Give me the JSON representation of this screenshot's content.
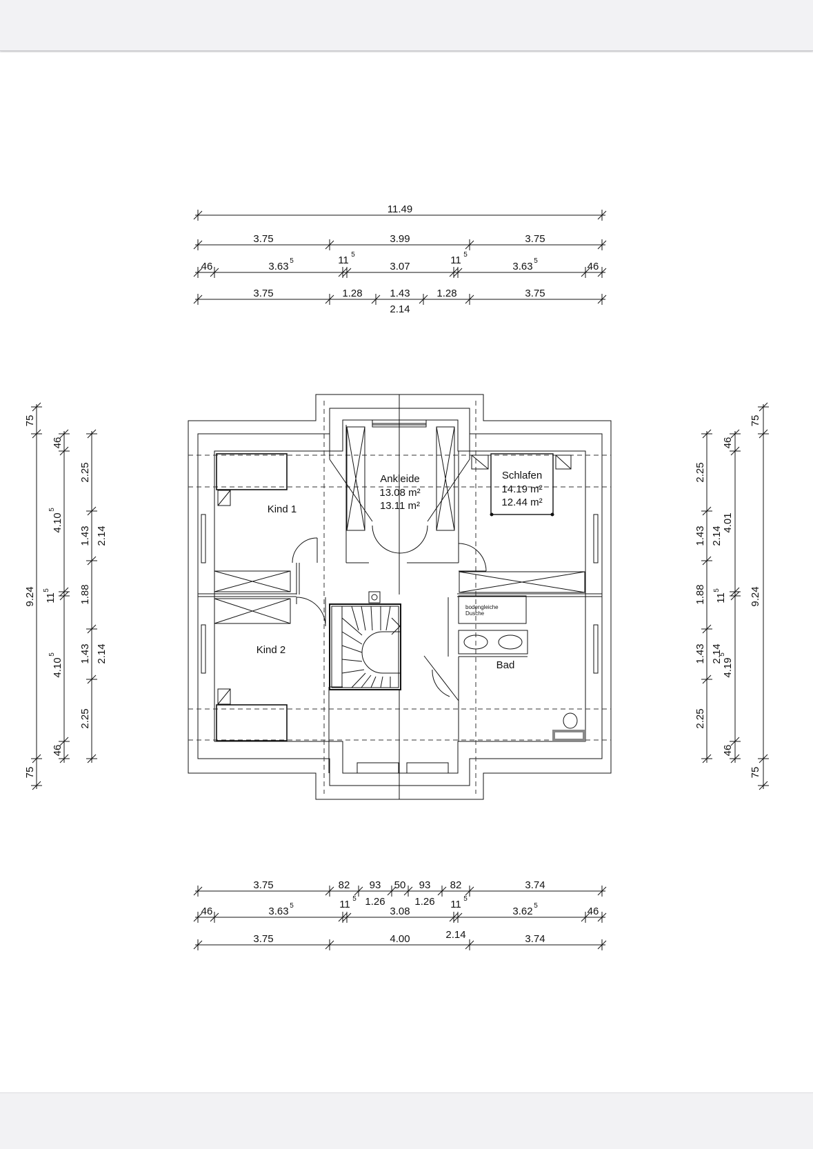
{
  "plan": {
    "rooms": {
      "kind1": "Kind 1",
      "kind2": "Kind 2",
      "ankleide": "Ankleide",
      "ankleide_area1": "13.08 m²",
      "ankleide_area2": "13.11 m²",
      "schlafen": "Schlafen",
      "schlafen_area1": "14.19 m²",
      "schlafen_area2": "12.44 m²",
      "bad": "Bad",
      "shower_line1": "bodengleiche",
      "shower_line2": "Dusche"
    },
    "top_dims": {
      "overall": "11.49",
      "row2": [
        "3.75",
        "3.99",
        "3.75"
      ],
      "row3": [
        "46",
        "3.63",
        "5",
        "11",
        "5",
        "3.07",
        "11",
        "5",
        "3.63",
        "5",
        "46"
      ],
      "row4": [
        "3.75",
        "1.28",
        "1.43",
        "1.28",
        "3.75",
        "2.14"
      ]
    },
    "bottom_dims": {
      "row1": [
        "3.75",
        "82",
        "93",
        "50",
        "93",
        "82",
        "3.74",
        "1.26",
        "1.26",
        "11",
        "5",
        "11",
        "5"
      ],
      "row2": [
        "46",
        "3.63",
        "5",
        "3.08",
        "3.62",
        "5",
        "46",
        "2.14"
      ],
      "row3": [
        "3.75",
        "4.00",
        "3.74"
      ]
    },
    "left_dims": {
      "outer": [
        "75",
        "9.24",
        "75"
      ],
      "middle": [
        "46",
        "4.10",
        "5",
        "11",
        "5",
        "4.10",
        "5",
        "46"
      ],
      "inner": [
        "2.25",
        "1.43",
        "1.88",
        "1.43",
        "2.25",
        "2.14",
        "2.14"
      ]
    },
    "right_dims": {
      "outer": [
        "75",
        "9.24",
        "75"
      ],
      "middle": [
        "46",
        "4.01",
        "11",
        "5",
        "4.19",
        "5",
        "46"
      ],
      "inner": [
        "2.25",
        "1.43",
        "1.88",
        "1.43",
        "2.25",
        "2.14",
        "2.14"
      ]
    }
  }
}
